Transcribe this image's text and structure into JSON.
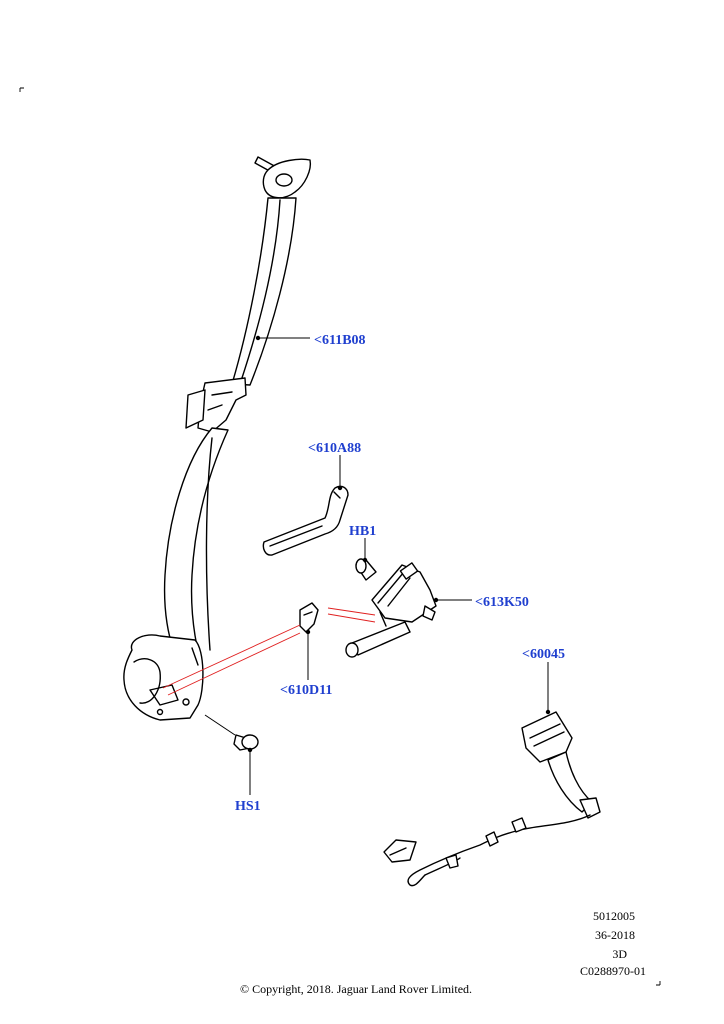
{
  "callouts": {
    "c611B08": "<611B08",
    "c610A88": "<610A88",
    "cHB1": "HB1",
    "c613K50": "<613K50",
    "c60045": "<60045",
    "c610D11": "<610D11",
    "cHS1": "HS1"
  },
  "info": {
    "line1": "5012005",
    "line2": "36-2018",
    "line3": "3D",
    "line4": "C0288970-01"
  },
  "copyright": "© Copyright, 2018. Jaguar Land Rover Limited.",
  "colors": {
    "callout": "#1f3fcf",
    "highlight": "#e02020"
  }
}
